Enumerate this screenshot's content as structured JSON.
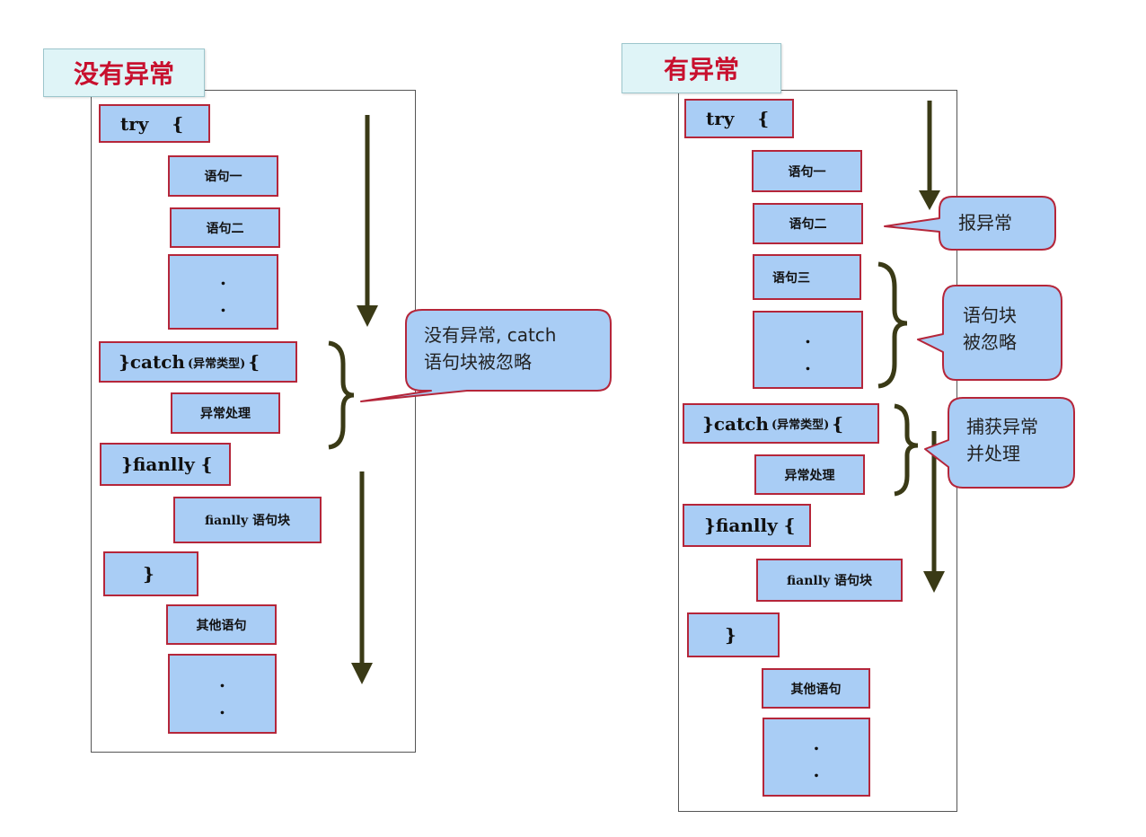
{
  "left": {
    "title": "没有异常",
    "try": "try",
    "brace_open": "{",
    "stmt1": "语句一",
    "stmt2": "语句二",
    "dot": ".",
    "catch_kw": "}catch",
    "catch_param": "(异常类型)",
    "catch_brace": "{",
    "handle": "异常处理",
    "finally_kw": "}fianlly {",
    "finally_block": "fianlly 语句块",
    "close_brace": "}",
    "other": "其他语句",
    "bubble_line1": "没有异常, catch",
    "bubble_line2": "语句块被忽略"
  },
  "right": {
    "title": "有异常",
    "try": "try",
    "brace_open": "{",
    "stmt1": "语句一",
    "stmt2": "语句二",
    "stmt3": "语句三",
    "dot": ".",
    "catch_kw": "}catch",
    "catch_param": "(异常类型)",
    "catch_brace": "{",
    "handle": "异常处理",
    "finally_kw": "}fianlly {",
    "finally_block": "fianlly 语句块",
    "close_brace": "}",
    "other": "其他语句",
    "bubble_exception": "报异常",
    "bubble_ignore_line1": "语句块",
    "bubble_ignore_line2": "被忽略",
    "bubble_catch_line1": "捕获异常",
    "bubble_catch_line2": "并处理"
  },
  "colors": {
    "box_fill": "#a9cdf5",
    "box_border": "#b5263a",
    "title_fill": "#dff4f7",
    "title_text": "#c8102e",
    "arrow": "#3a3a16",
    "bubble_fill": "#a9cdf5"
  }
}
